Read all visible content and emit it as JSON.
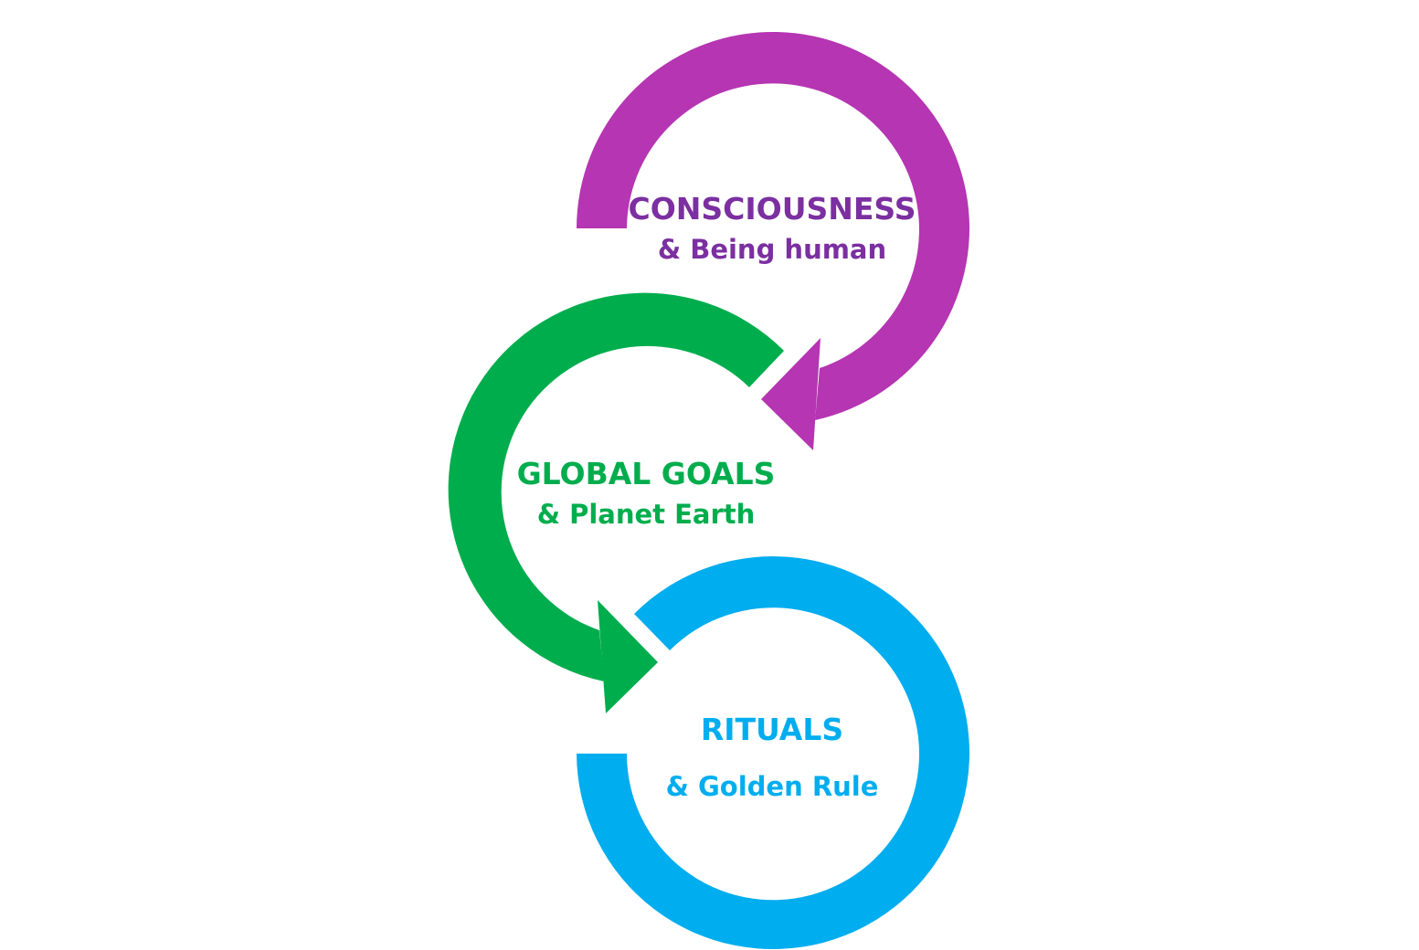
{
  "colors": {
    "consciousness": "#b535b2",
    "consciousness_text": "#7b2fa0",
    "global_goals": "#00ad4d",
    "rituals": "#00adef",
    "background": "#ffffff"
  },
  "nodes": [
    {
      "id": "consciousness",
      "title": "CONSCIOUSNESS",
      "subtitle": "& Being human"
    },
    {
      "id": "global_goals",
      "title": "GLOBAL GOALS",
      "subtitle": "& Planet Earth"
    },
    {
      "id": "rituals",
      "title": "RITUALS",
      "subtitle": "& Golden Rule"
    }
  ],
  "edges": [
    {
      "from": "consciousness",
      "to": "global_goals"
    },
    {
      "from": "global_goals",
      "to": "rituals"
    }
  ]
}
